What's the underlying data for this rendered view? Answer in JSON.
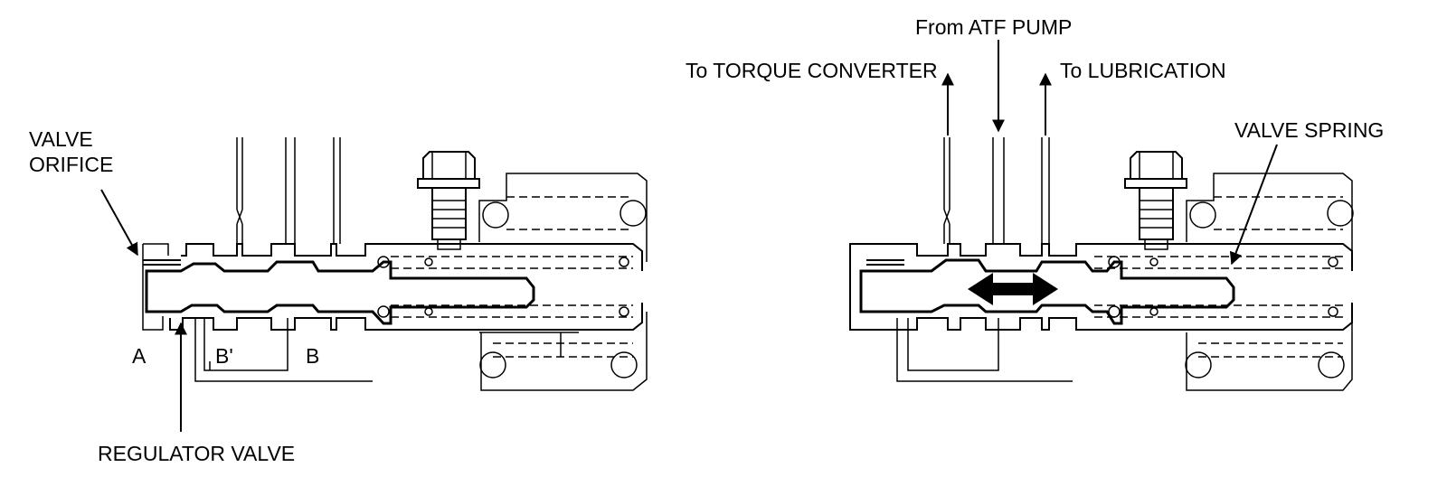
{
  "labels": {
    "valve_orifice_line1": "VALVE",
    "valve_orifice_line2": "ORIFICE",
    "port_a": "A",
    "port_b_prime": "B'",
    "port_b": "B",
    "regulator_valve": "REGULATOR VALVE",
    "from_atf_pump": "From ATF PUMP",
    "to_torque_converter": "To TORQUE CONVERTER",
    "to_lubrication": "To LUBRICATION",
    "valve_spring": "VALVE SPRING"
  }
}
